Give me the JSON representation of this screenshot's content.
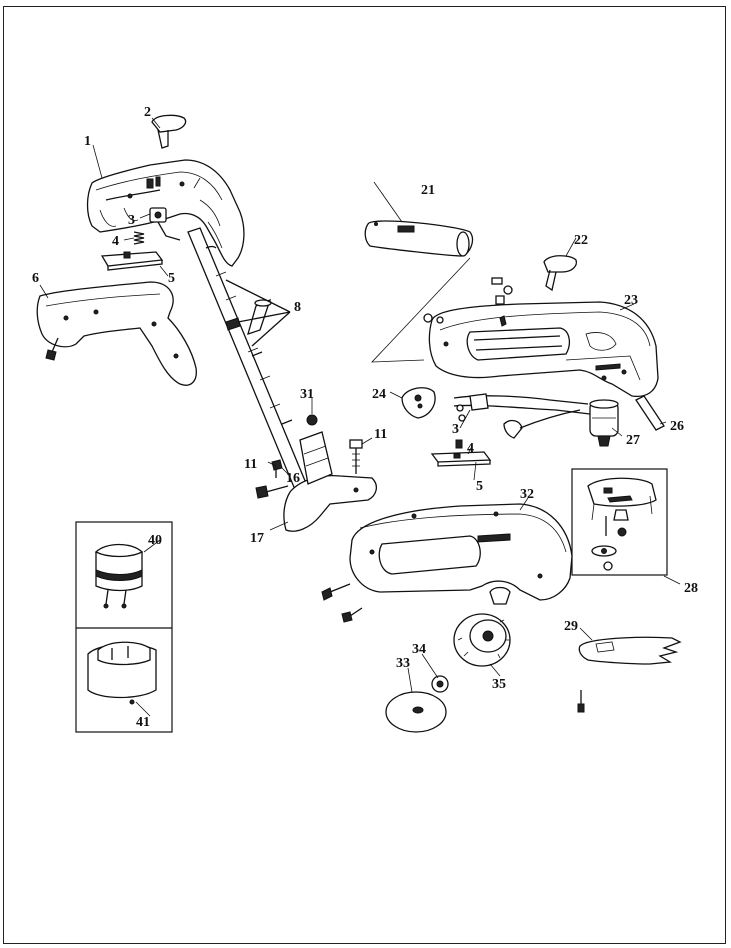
{
  "diagram": {
    "callouts": [
      "1",
      "2",
      "3",
      "4",
      "5",
      "6",
      "8",
      "11",
      "16",
      "17",
      "21",
      "22",
      "23",
      "24",
      "3",
      "4",
      "5",
      "26",
      "27",
      "28",
      "31",
      "11",
      "32",
      "29",
      "33",
      "34",
      "35",
      "40",
      "41"
    ]
  }
}
